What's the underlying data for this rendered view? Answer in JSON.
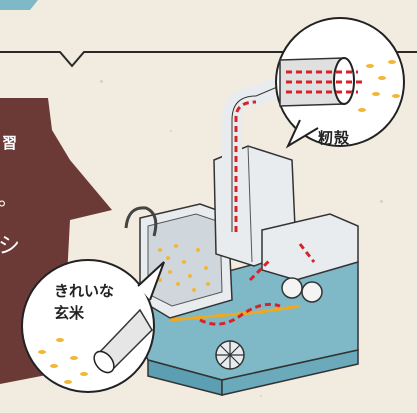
{
  "callouts": {
    "husk": {
      "label": "籾殻"
    },
    "clean_rice": {
      "line1": "きれいな",
      "line2": "玄米"
    }
  },
  "panel": {
    "char1": "習",
    "char2": "。",
    "char3": "シ"
  },
  "colors": {
    "background": "#f1ebe0",
    "panel": "#6b3a36",
    "machine_blue": "#7fb9c8",
    "machine_light": "#e9ecef",
    "airflow_red": "#d6232a",
    "grain_yellow": "#f2b736",
    "belt_yellow": "#f0a81e"
  }
}
